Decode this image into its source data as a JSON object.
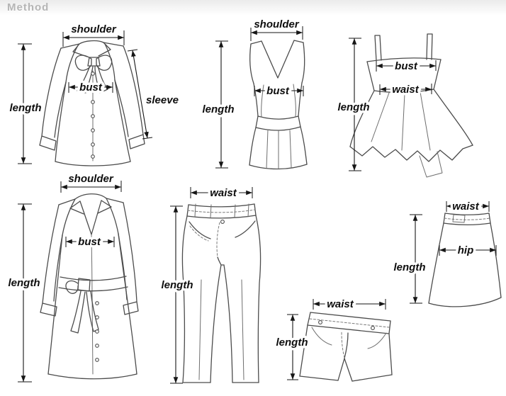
{
  "header": {
    "title": "Method"
  },
  "garments": {
    "blouse": {
      "shoulder": "shoulder",
      "bust": "bust",
      "length": "length",
      "sleeve": "sleeve"
    },
    "tank_top": {
      "shoulder": "shoulder",
      "bust": "bust",
      "length": "length"
    },
    "dress": {
      "bust": "bust",
      "waist": "waist",
      "length": "length"
    },
    "coat": {
      "shoulder": "shoulder",
      "bust": "bust",
      "length": "length"
    },
    "pants": {
      "waist": "waist",
      "length": "length"
    },
    "shorts": {
      "waist": "waist",
      "length": "length"
    },
    "skirt": {
      "waist": "waist",
      "hip": "hip",
      "length": "length"
    }
  },
  "colors": {
    "background": "#ffffff",
    "garment_line": "#4c4c4c",
    "measure_line": "#161616",
    "label_text": "#0e0e0e",
    "header_text": "#b5b5b5"
  }
}
